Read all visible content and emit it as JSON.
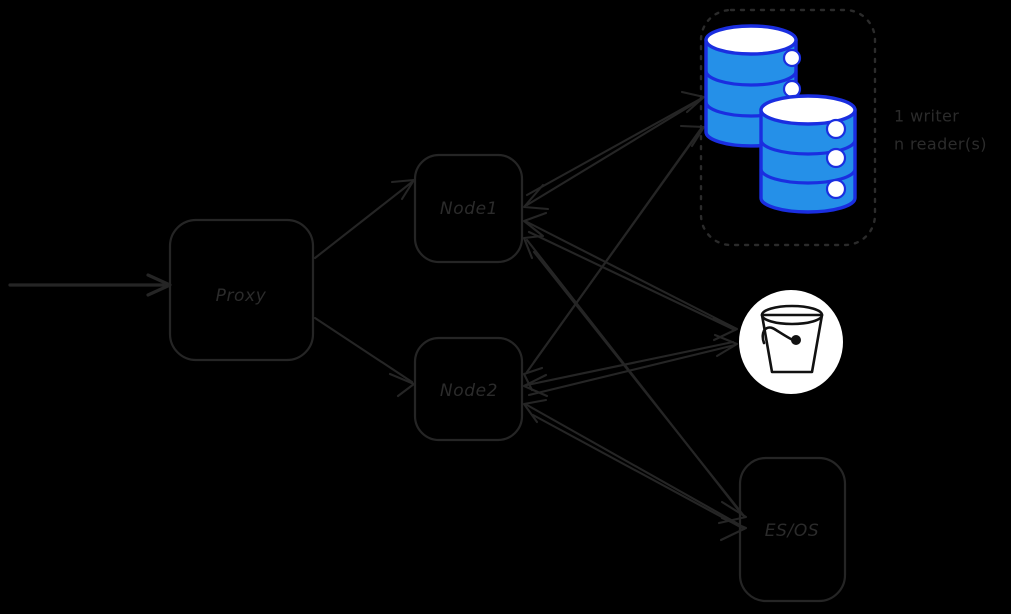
{
  "diagram": {
    "title": "Proxy to nodes to storage architecture",
    "background_color": "#000000",
    "stroke_color": "#252525",
    "label_color": "#2b2b2b",
    "accent_blue_fill": "#2590e8",
    "accent_blue_stroke": "#1a2ee0",
    "white": "#ffffff"
  },
  "nodes": {
    "proxy": {
      "label": "Proxy",
      "shape": "rounded-rectangle"
    },
    "node1": {
      "label": "Node1",
      "shape": "rounded-rectangle"
    },
    "node2": {
      "label": "Node2",
      "shape": "rounded-rectangle"
    },
    "esos": {
      "label": "ES/OS",
      "shape": "rounded-rectangle"
    },
    "bucket": {
      "label": "bucket-icon",
      "shape": "circle-icon"
    },
    "database_group": {
      "label": "database-cluster",
      "shape": "dashed-rounded-rectangle",
      "cylinder_count": 2,
      "bands_per_cylinder": 3
    }
  },
  "annotations": {
    "db_note_line1": "1 writer",
    "db_note_line2": "n reader(s)"
  },
  "icons": {
    "bucket": "bucket-icon",
    "database": "database-cylinder-icon",
    "arrow": "arrow-icon"
  },
  "edges": [
    {
      "from": "external",
      "to": "proxy",
      "direction": "one-way"
    },
    {
      "from": "proxy",
      "to": "node1",
      "direction": "one-way"
    },
    {
      "from": "proxy",
      "to": "node2",
      "direction": "one-way"
    },
    {
      "from": "node1",
      "to": "database_group",
      "direction": "two-way"
    },
    {
      "from": "node1",
      "to": "bucket",
      "direction": "two-way"
    },
    {
      "from": "node1",
      "to": "esos",
      "direction": "two-way"
    },
    {
      "from": "node2",
      "to": "database_group",
      "direction": "two-way"
    },
    {
      "from": "node2",
      "to": "bucket",
      "direction": "two-way"
    },
    {
      "from": "node2",
      "to": "esos",
      "direction": "two-way"
    }
  ]
}
